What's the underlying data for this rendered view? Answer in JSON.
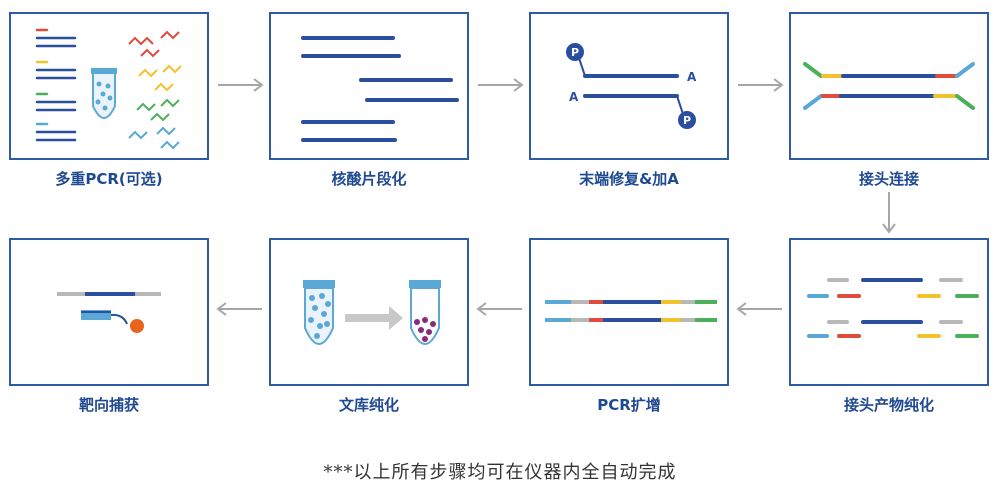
{
  "steps": [
    {
      "label": "多重PCR(可选)"
    },
    {
      "label": "核酸片段化"
    },
    {
      "label": "末端修复&加A"
    },
    {
      "label": "接头连接"
    },
    {
      "label": "接头产物纯化"
    },
    {
      "label": "PCR扩增"
    },
    {
      "label": "文库纯化"
    },
    {
      "label": "靶向捕获"
    }
  ],
  "end_repair": {
    "p_mark": "P",
    "a_mark": "A"
  },
  "footer": "***以上所有步骤均可在仪器内全自动完成",
  "colors": {
    "border": "#2f5aa6",
    "strand": "#2a4f9e",
    "arrow": "#a6a6a6",
    "adapter_yellow": "#f2c12e",
    "adapter_red": "#e04b3c",
    "adapter_green": "#4cb05a",
    "adapter_blue": "#5aa8d6",
    "adapter_grey": "#b8b8b8",
    "bead_orange": "#e8641b",
    "bead_purple": "#8a2a7a"
  }
}
